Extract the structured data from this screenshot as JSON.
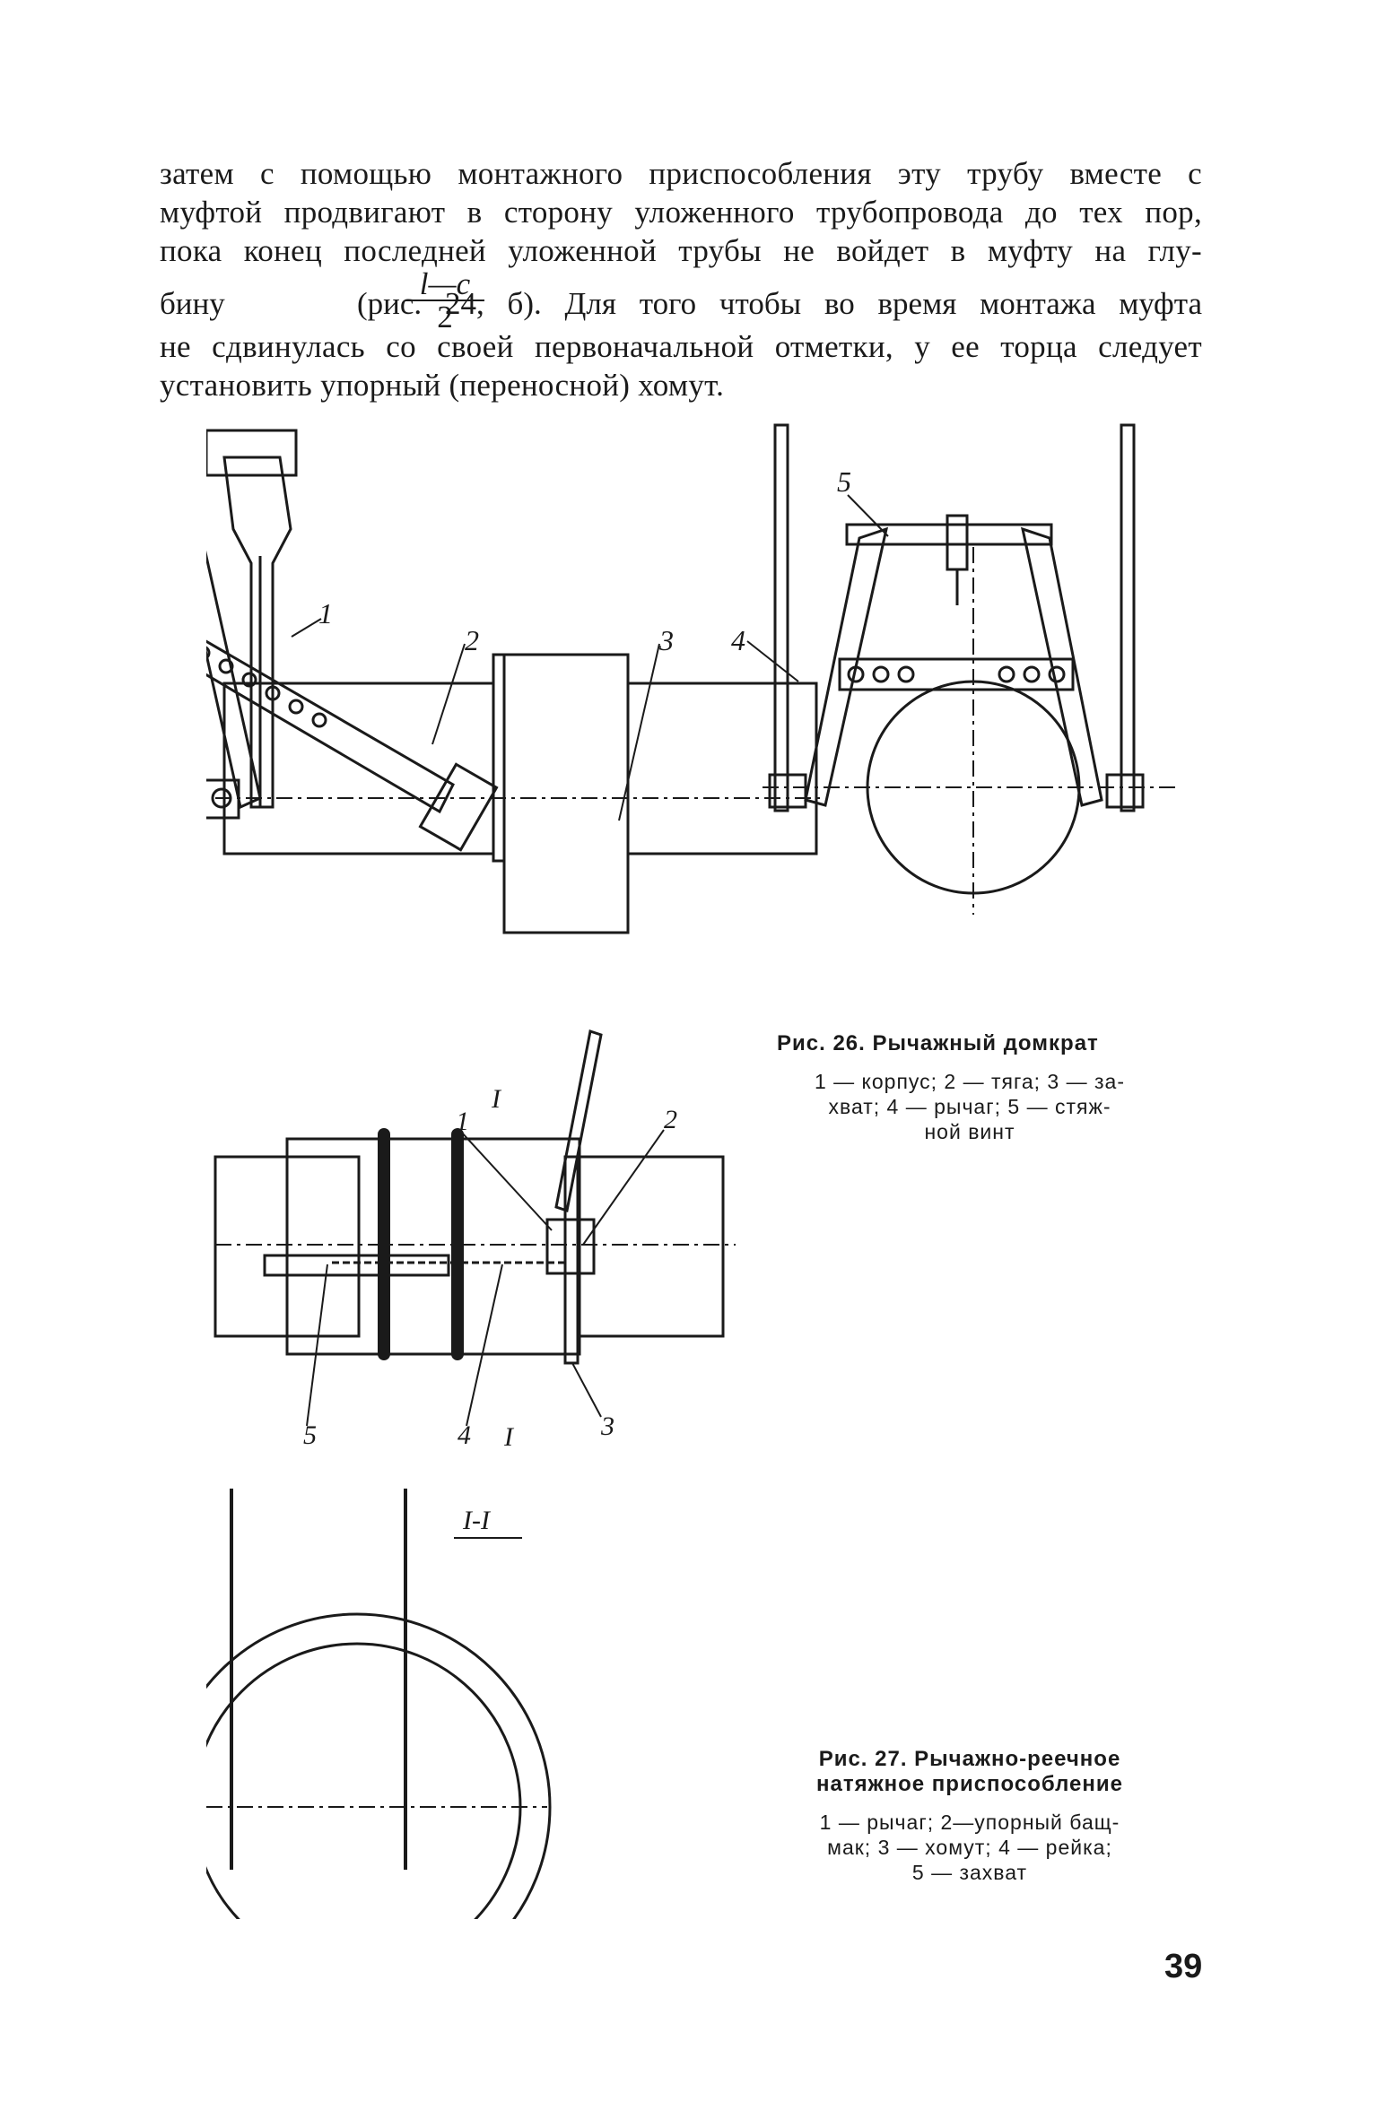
{
  "text": {
    "line1": "затем с помощью монтажного приспособления эту трубу вместе с",
    "line2": "муфтой продвигают в сторону уложенного трубопровода до тех пор,",
    "line3": "пока конец последней уложенной трубы не войдет в муфту на глу-",
    "line4_pre": "бину",
    "frac_num": "l—c",
    "frac_den": "2",
    "line4_post": "(рис. 24, б). Для того чтобы во время монтажа муфта",
    "line5": "не сдвинулась со своей первоначальной отметки, у ее торца следует",
    "line6": "установить упорный (переносной) хомут."
  },
  "fig26": {
    "labels": [
      "1",
      "2",
      "3",
      "4",
      "5"
    ],
    "caption_title": "Рис. 26. Рычажный домкрат",
    "caption_body": [
      "1 — корпус; 2 — тяга; 3 — за-",
      "хват; 4 — рычаг; 5 — стяж-",
      "ной винт"
    ]
  },
  "fig27": {
    "labels": [
      "1",
      "2",
      "3",
      "4",
      "5"
    ],
    "section_mark": "I",
    "section_title": "I-I",
    "caption_title": [
      "Рис. 27. Рычажно-реечное",
      "натяжное приспособление"
    ],
    "caption_body": [
      "1 — рычаг; 2—упорный бащ-",
      "мак; 3 — хомут; 4 — рейка;",
      "5 — захват"
    ]
  },
  "page_number": "39"
}
